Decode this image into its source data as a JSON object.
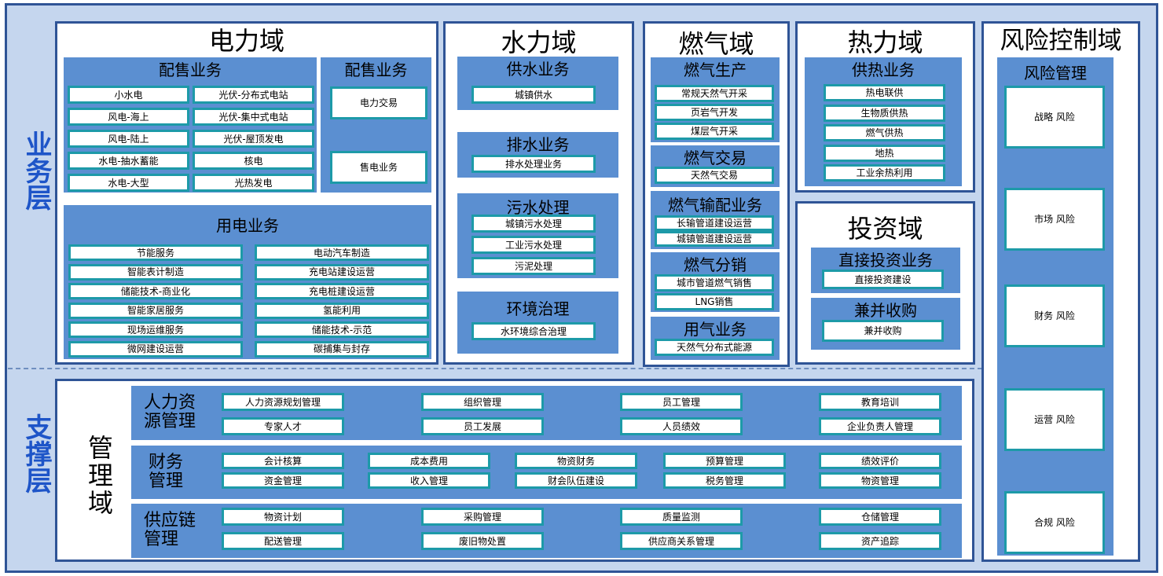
{
  "layers": {
    "business": "业务层",
    "support": "支撑层"
  },
  "power": {
    "title": "电力域",
    "distribution": {
      "title": "配售业务",
      "items": [
        "小水电",
        "光伏-分布式电站",
        "风电-海上",
        "光伏-集中式电站",
        "风电-陆上",
        "光伏-屋顶发电",
        "水电-抽水蓄能",
        "核电",
        "水电-大型",
        "光热发电"
      ]
    },
    "sales": {
      "title": "配售业务",
      "items": [
        "电力交易",
        "售电业务"
      ]
    },
    "usage": {
      "title": "用电业务",
      "items": [
        "节能服务",
        "电动汽车制造",
        "智能表计制造",
        "充电站建设运营",
        "储能技术-商业化",
        "充电桩建设运营",
        "智能家居服务",
        "氢能利用",
        "现场运维服务",
        "储能技术-示范",
        "微网建设运营",
        "碳捕集与封存"
      ]
    }
  },
  "water": {
    "title": "水力域",
    "supply": {
      "title": "供水业务",
      "items": [
        "城镇供水"
      ]
    },
    "drainage": {
      "title": "排水业务",
      "items": [
        "排水处理业务"
      ]
    },
    "sewage": {
      "title": "污水处理",
      "items": [
        "城镇污水处理",
        "工业污水处理",
        "污泥处理"
      ]
    },
    "environment": {
      "title": "环境治理",
      "items": [
        "水环境综合治理"
      ]
    }
  },
  "gas": {
    "title": "燃气域",
    "production": {
      "title": "燃气生产",
      "items": [
        "常规天然气开采",
        "页岩气开发",
        "煤层气开采"
      ]
    },
    "trade": {
      "title": "燃气交易",
      "items": [
        "天然气交易"
      ]
    },
    "transport": {
      "title": "燃气输配业务",
      "items": [
        "长输管道建设运营",
        "城镇管道建设运营"
      ]
    },
    "retail": {
      "title": "燃气分销",
      "items": [
        "城市管道燃气销售",
        "LNG销售"
      ]
    },
    "usage": {
      "title": "用气业务",
      "items": [
        "天然气分布式能源"
      ]
    }
  },
  "heat": {
    "title": "热力域",
    "supply": {
      "title": "供热业务",
      "items": [
        "热电联供",
        "生物质供热",
        "燃气供热",
        "地热",
        "工业余热利用"
      ]
    }
  },
  "invest": {
    "title": "投资域",
    "direct": {
      "title": "直接投资业务",
      "items": [
        "直接投资建设"
      ]
    },
    "mna": {
      "title": "兼并收购",
      "items": [
        "兼并收购"
      ]
    }
  },
  "risk": {
    "title": "风险控制域",
    "panel_title": "风险管理",
    "items": [
      "战略\n风险",
      "市场\n风险",
      "财务\n风险",
      "运营\n风险",
      "合规\n风险"
    ]
  },
  "management": {
    "title": "管\n理\n域",
    "hr": {
      "title": "人力资\n源管理",
      "items": [
        "人力资源规划管理",
        "组织管理",
        "员工管理",
        "教育培训",
        "专家人才",
        "员工发展",
        "人员绩效",
        "企业负责人管理"
      ]
    },
    "finance": {
      "title": "财务\n管理",
      "items": [
        "会计核算",
        "成本费用",
        "物资财务",
        "预算管理",
        "绩效评价",
        "资金管理",
        "收入管理",
        "财会队伍建设",
        "税务管理",
        "物资管理"
      ]
    },
    "supply": {
      "title": "供应链\n管理",
      "items": [
        "物资计划",
        "采购管理",
        "质量监测",
        "仓储管理",
        "配送管理",
        "废旧物处置",
        "供应商关系管理",
        "资产追踪"
      ]
    }
  },
  "colors": {
    "accent": "#2f5496",
    "panel": "#5b8fd1",
    "item_border": "#1d9aa8",
    "layer_label": "#1e55c8",
    "background": "#c5d6ee"
  }
}
